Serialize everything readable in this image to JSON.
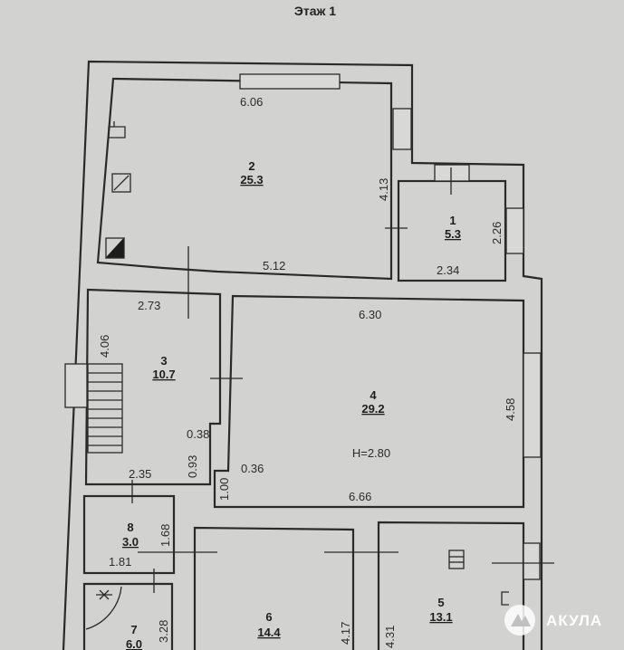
{
  "title": "Этаж 1",
  "ceiling_height": "H=2.80",
  "rooms": [
    {
      "number": "1",
      "area": "5.3"
    },
    {
      "number": "2",
      "area": "25.3"
    },
    {
      "number": "3",
      "area": "10.7"
    },
    {
      "number": "4",
      "area": "29.2"
    },
    {
      "number": "5",
      "area": "13.1"
    },
    {
      "number": "6",
      "area": "14.4"
    },
    {
      "number": "7",
      "area": "6.0"
    },
    {
      "number": "8",
      "area": "3.0"
    }
  ],
  "dimensions": {
    "r2_top": "6.06",
    "r2_right": "4.13",
    "r2_bottom": "5.12",
    "r1_right": "2.26",
    "r1_bottom": "2.34",
    "r3_top": "2.73",
    "r3_left": "4.06",
    "r3_step_w": "0.38",
    "r3_step_h": "0.93",
    "r3_bottom": "2.35",
    "r4_top": "6.30",
    "r4_right": "4.58",
    "r4_step_w": "0.36",
    "r4_step_h": "1.00",
    "r4_bottom": "6.66",
    "r8_right": "1.68",
    "r8_bottom": "1.81",
    "r7_right": "3.28",
    "r6_right": "4.17",
    "r5_left": "4.31"
  },
  "watermark": "АКУЛА"
}
